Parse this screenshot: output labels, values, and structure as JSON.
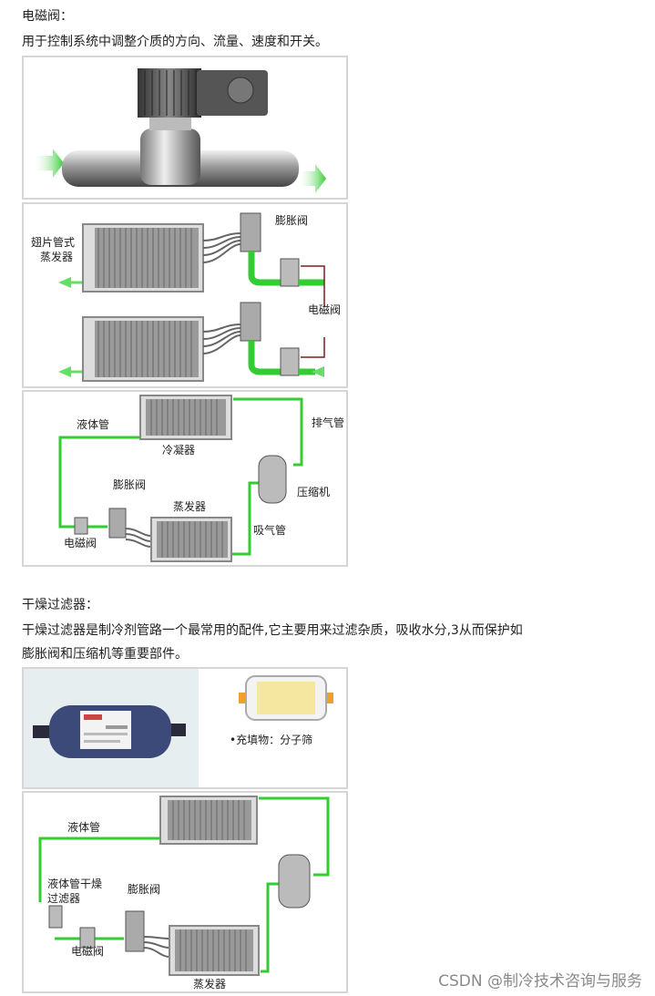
{
  "section1": {
    "title": "电磁阀：",
    "description": "用于控制系统中调整介质的方向、流量、速度和开关。",
    "diagram2": {
      "label_expansion_valve": "膨胀阀",
      "label_evaporator_line1": "翅片管式",
      "label_evaporator_line2": "蒸发器",
      "label_solenoid_valve": "电磁阀"
    },
    "diagram3": {
      "label_liquid_line": "液体管",
      "label_condenser": "冷凝器",
      "label_discharge_line": "排气管",
      "label_expansion_valve": "膨胀阀",
      "label_compressor": "压缩机",
      "label_evaporator": "蒸发器",
      "label_suction_line": "吸气管",
      "label_solenoid_valve": "电磁阀"
    }
  },
  "section2": {
    "title": "干燥过滤器：",
    "description_line1": "干燥过滤器是制冷剂管路一个最常用的配件,它主要用来过滤杂质，吸收水分,3从而保护如",
    "description_line2": "膨胀阀和压缩机等重要部件。",
    "filter_panel": {
      "fill_label": "•充填物：分子筛"
    },
    "diagram5": {
      "label_liquid_line": "液体管",
      "label_filter_line1": "液体管干燥",
      "label_filter_line2": "过滤器",
      "label_expansion_valve": "膨胀阀",
      "label_solenoid_valve": "电磁阀",
      "label_evaporator": "蒸发器"
    }
  },
  "watermark": "CSDN @制冷技术咨询与服务",
  "colors": {
    "pipe_green": "#33cc33",
    "coil_gray": "#8a8a8a",
    "arrow_green": "#66dd66"
  }
}
